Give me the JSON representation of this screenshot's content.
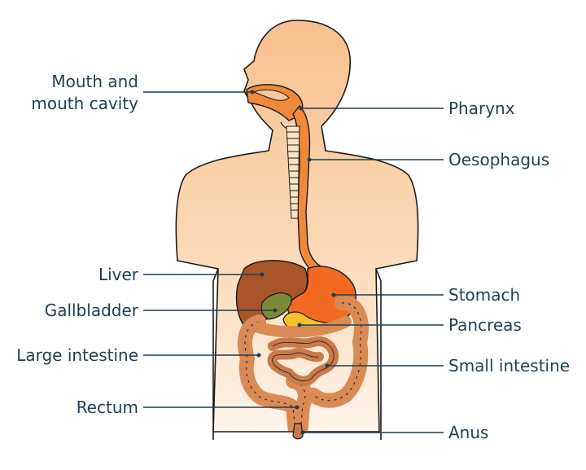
{
  "diagram": {
    "labels": {
      "mouth_line1": "Mouth and",
      "mouth_line2": "mouth cavity",
      "pharynx": "Pharynx",
      "oesophagus": "Oesophagus",
      "liver": "Liver",
      "stomach": "Stomach",
      "gallbladder": "Gallbladder",
      "pancreas": "Pancreas",
      "large_intestine": "Large intestine",
      "small_intestine": "Small intestine",
      "rectum": "Rectum",
      "anus": "Anus"
    },
    "colors": {
      "text": "#1f3f4f",
      "leader_line": "#1f3f4f",
      "skin_light": "#fde3c8",
      "skin_dark": "#f6b07a",
      "outline": "#1a1a1a",
      "oesophagus": "#f08a3a",
      "stomach": "#f26a21",
      "liver": "#a8552a",
      "gallbladder": "#7a8a3a",
      "pancreas": "#f5c12a",
      "intestine": "#d98a55"
    }
  }
}
